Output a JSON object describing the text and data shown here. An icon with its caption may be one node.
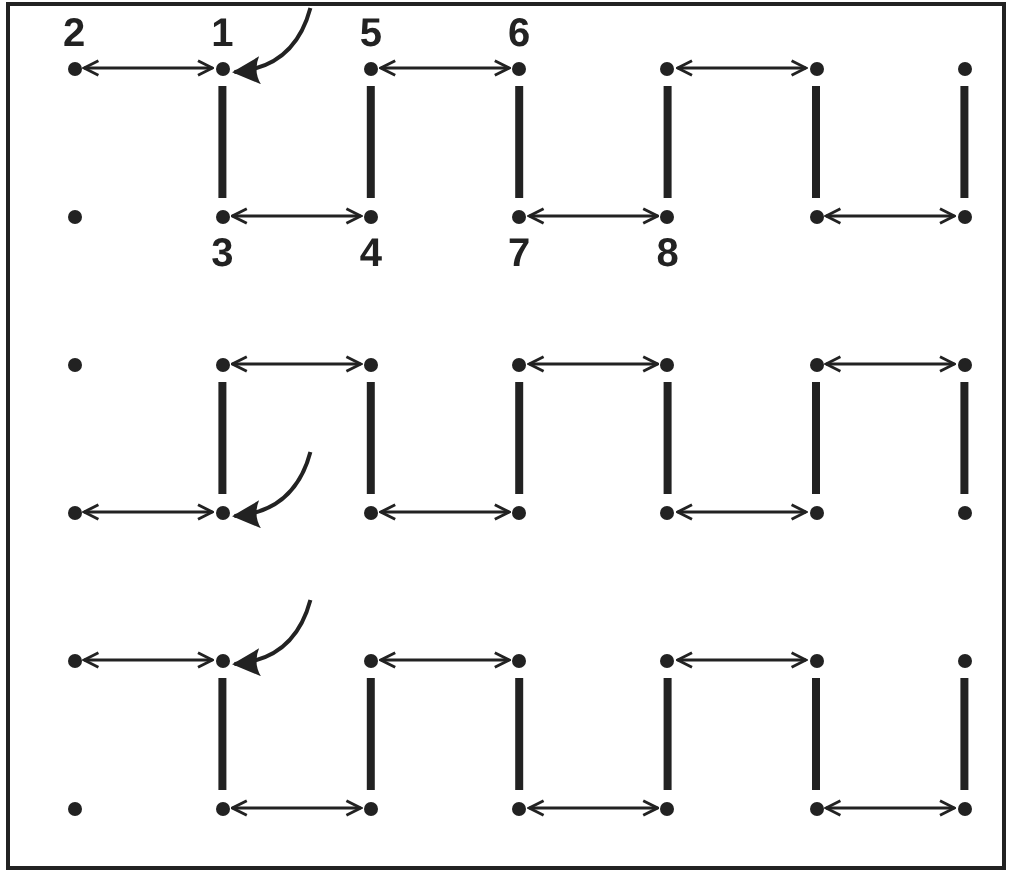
{
  "diagram": {
    "nodes": [
      {
        "text": [],
        "shape": "circle",
        "beside": [
          "2"
        ]
      },
      {
        "text": [],
        "shape": "circle",
        "beside": [
          "1"
        ]
      },
      {
        "text": [],
        "shape": "circle",
        "beside": [
          "5"
        ]
      },
      {
        "text": [],
        "shape": "circle",
        "beside": [
          "6"
        ]
      },
      {
        "text": [],
        "shape": "circle"
      },
      {
        "text": [],
        "shape": "circle"
      },
      {
        "text": [],
        "shape": "circle"
      },
      {
        "text": [],
        "shape": "circle"
      },
      {
        "text": [],
        "shape": "circle",
        "beside": [
          "3"
        ]
      },
      {
        "text": [],
        "shape": "circle",
        "beside": [
          "4"
        ]
      },
      {
        "text": [],
        "shape": "circle",
        "beside": [
          "7"
        ]
      },
      {
        "text": [],
        "shape": "circle",
        "beside": [
          "8"
        ]
      },
      {
        "text": [],
        "shape": "circle"
      },
      {
        "text": [],
        "shape": "circle"
      },
      {
        "text": [],
        "shape": "circle"
      },
      {
        "text": [],
        "shape": "circle"
      },
      {
        "text": [],
        "shape": "circle"
      },
      {
        "text": [],
        "shape": "circle"
      },
      {
        "text": [],
        "shape": "circle"
      },
      {
        "text": [],
        "shape": "circle"
      },
      {
        "text": [],
        "shape": "circle"
      },
      {
        "text": [],
        "shape": "circle"
      },
      {
        "text": [],
        "shape": "circle"
      },
      {
        "text": [],
        "shape": "circle"
      },
      {
        "text": [],
        "shape": "circle"
      },
      {
        "text": [],
        "shape": "circle"
      },
      {
        "text": [],
        "shape": "circle"
      },
      {
        "text": [],
        "shape": "circle"
      },
      {
        "text": [],
        "shape": "circle"
      },
      {
        "text": [],
        "shape": "circle"
      },
      {
        "text": [],
        "shape": "circle"
      },
      {
        "text": [],
        "shape": "circle"
      },
      {
        "text": [],
        "shape": "circle"
      },
      {
        "text": [],
        "shape": "circle"
      },
      {
        "text": [],
        "shape": "circle"
      },
      {
        "text": [],
        "shape": "circle"
      },
      {
        "text": [],
        "shape": "circle"
      },
      {
        "text": [],
        "shape": "circle"
      },
      {
        "text": [],
        "shape": "circle"
      },
      {
        "text": [],
        "shape": "circle"
      },
      {
        "text": [],
        "shape": "circle"
      },
      {
        "text": [],
        "shape": "circle"
      }
    ],
    "edges": [
      {
        "from": 0,
        "to": 1,
        "arrow": "both"
      },
      {
        "from": 1,
        "to": 8,
        "arrow": "none",
        "style": "thick"
      },
      {
        "from": 8,
        "to": 9,
        "arrow": "both"
      },
      {
        "from": 9,
        "to": 2,
        "arrow": "none",
        "style": "thick"
      },
      {
        "from": 2,
        "to": 3,
        "arrow": "both"
      },
      {
        "from": 3,
        "to": 10,
        "arrow": "none",
        "style": "thick"
      },
      {
        "from": 10,
        "to": 11,
        "arrow": "both"
      },
      {
        "from": 11,
        "to": 4,
        "arrow": "none",
        "style": "thick"
      },
      {
        "from": 4,
        "to": 5,
        "arrow": "both"
      },
      {
        "from": 5,
        "to": 12,
        "arrow": "none",
        "style": "thick"
      },
      {
        "from": 12,
        "to": 13,
        "arrow": "both"
      },
      {
        "from": 13,
        "to": 6,
        "arrow": "none",
        "style": "thick"
      },
      {
        "from": null,
        "to": 1,
        "arrow": "to"
      },
      {
        "from": 21,
        "to": 22,
        "arrow": "both"
      },
      {
        "from": 22,
        "to": 15,
        "arrow": "none",
        "style": "thick"
      },
      {
        "from": 15,
        "to": 16,
        "arrow": "both"
      },
      {
        "from": 16,
        "to": 23,
        "arrow": "none",
        "style": "thick"
      },
      {
        "from": 23,
        "to": 24,
        "arrow": "both"
      },
      {
        "from": 24,
        "to": 17,
        "arrow": "none",
        "style": "thick"
      },
      {
        "from": 17,
        "to": 18,
        "arrow": "both"
      },
      {
        "from": 18,
        "to": 25,
        "arrow": "none",
        "style": "thick"
      },
      {
        "from": 25,
        "to": 26,
        "arrow": "both"
      },
      {
        "from": 26,
        "to": 19,
        "arrow": "none",
        "style": "thick"
      },
      {
        "from": 19,
        "to": 20,
        "arrow": "both"
      },
      {
        "from": 20,
        "to": 27,
        "arrow": "none",
        "style": "thick"
      },
      {
        "from": null,
        "to": 22,
        "arrow": "to"
      },
      {
        "from": 28,
        "to": 29,
        "arrow": "both"
      },
      {
        "from": 29,
        "to": 36,
        "arrow": "none",
        "style": "thick"
      },
      {
        "from": 36,
        "to": 37,
        "arrow": "both"
      },
      {
        "from": 37,
        "to": 30,
        "arrow": "none",
        "style": "thick"
      },
      {
        "from": 30,
        "to": 31,
        "arrow": "both"
      },
      {
        "from": 31,
        "to": 38,
        "arrow": "none",
        "style": "thick"
      },
      {
        "from": 38,
        "to": 39,
        "arrow": "both"
      },
      {
        "from": 39,
        "to": 32,
        "arrow": "none",
        "style": "thick"
      },
      {
        "from": 32,
        "to": 33,
        "arrow": "both"
      },
      {
        "from": 33,
        "to": 40,
        "arrow": "none",
        "style": "thick"
      },
      {
        "from": 40,
        "to": 41,
        "arrow": "both"
      },
      {
        "from": 41,
        "to": 34,
        "arrow": "none",
        "style": "thick"
      },
      {
        "from": null,
        "to": 29,
        "arrow": "to"
      }
    ]
  }
}
